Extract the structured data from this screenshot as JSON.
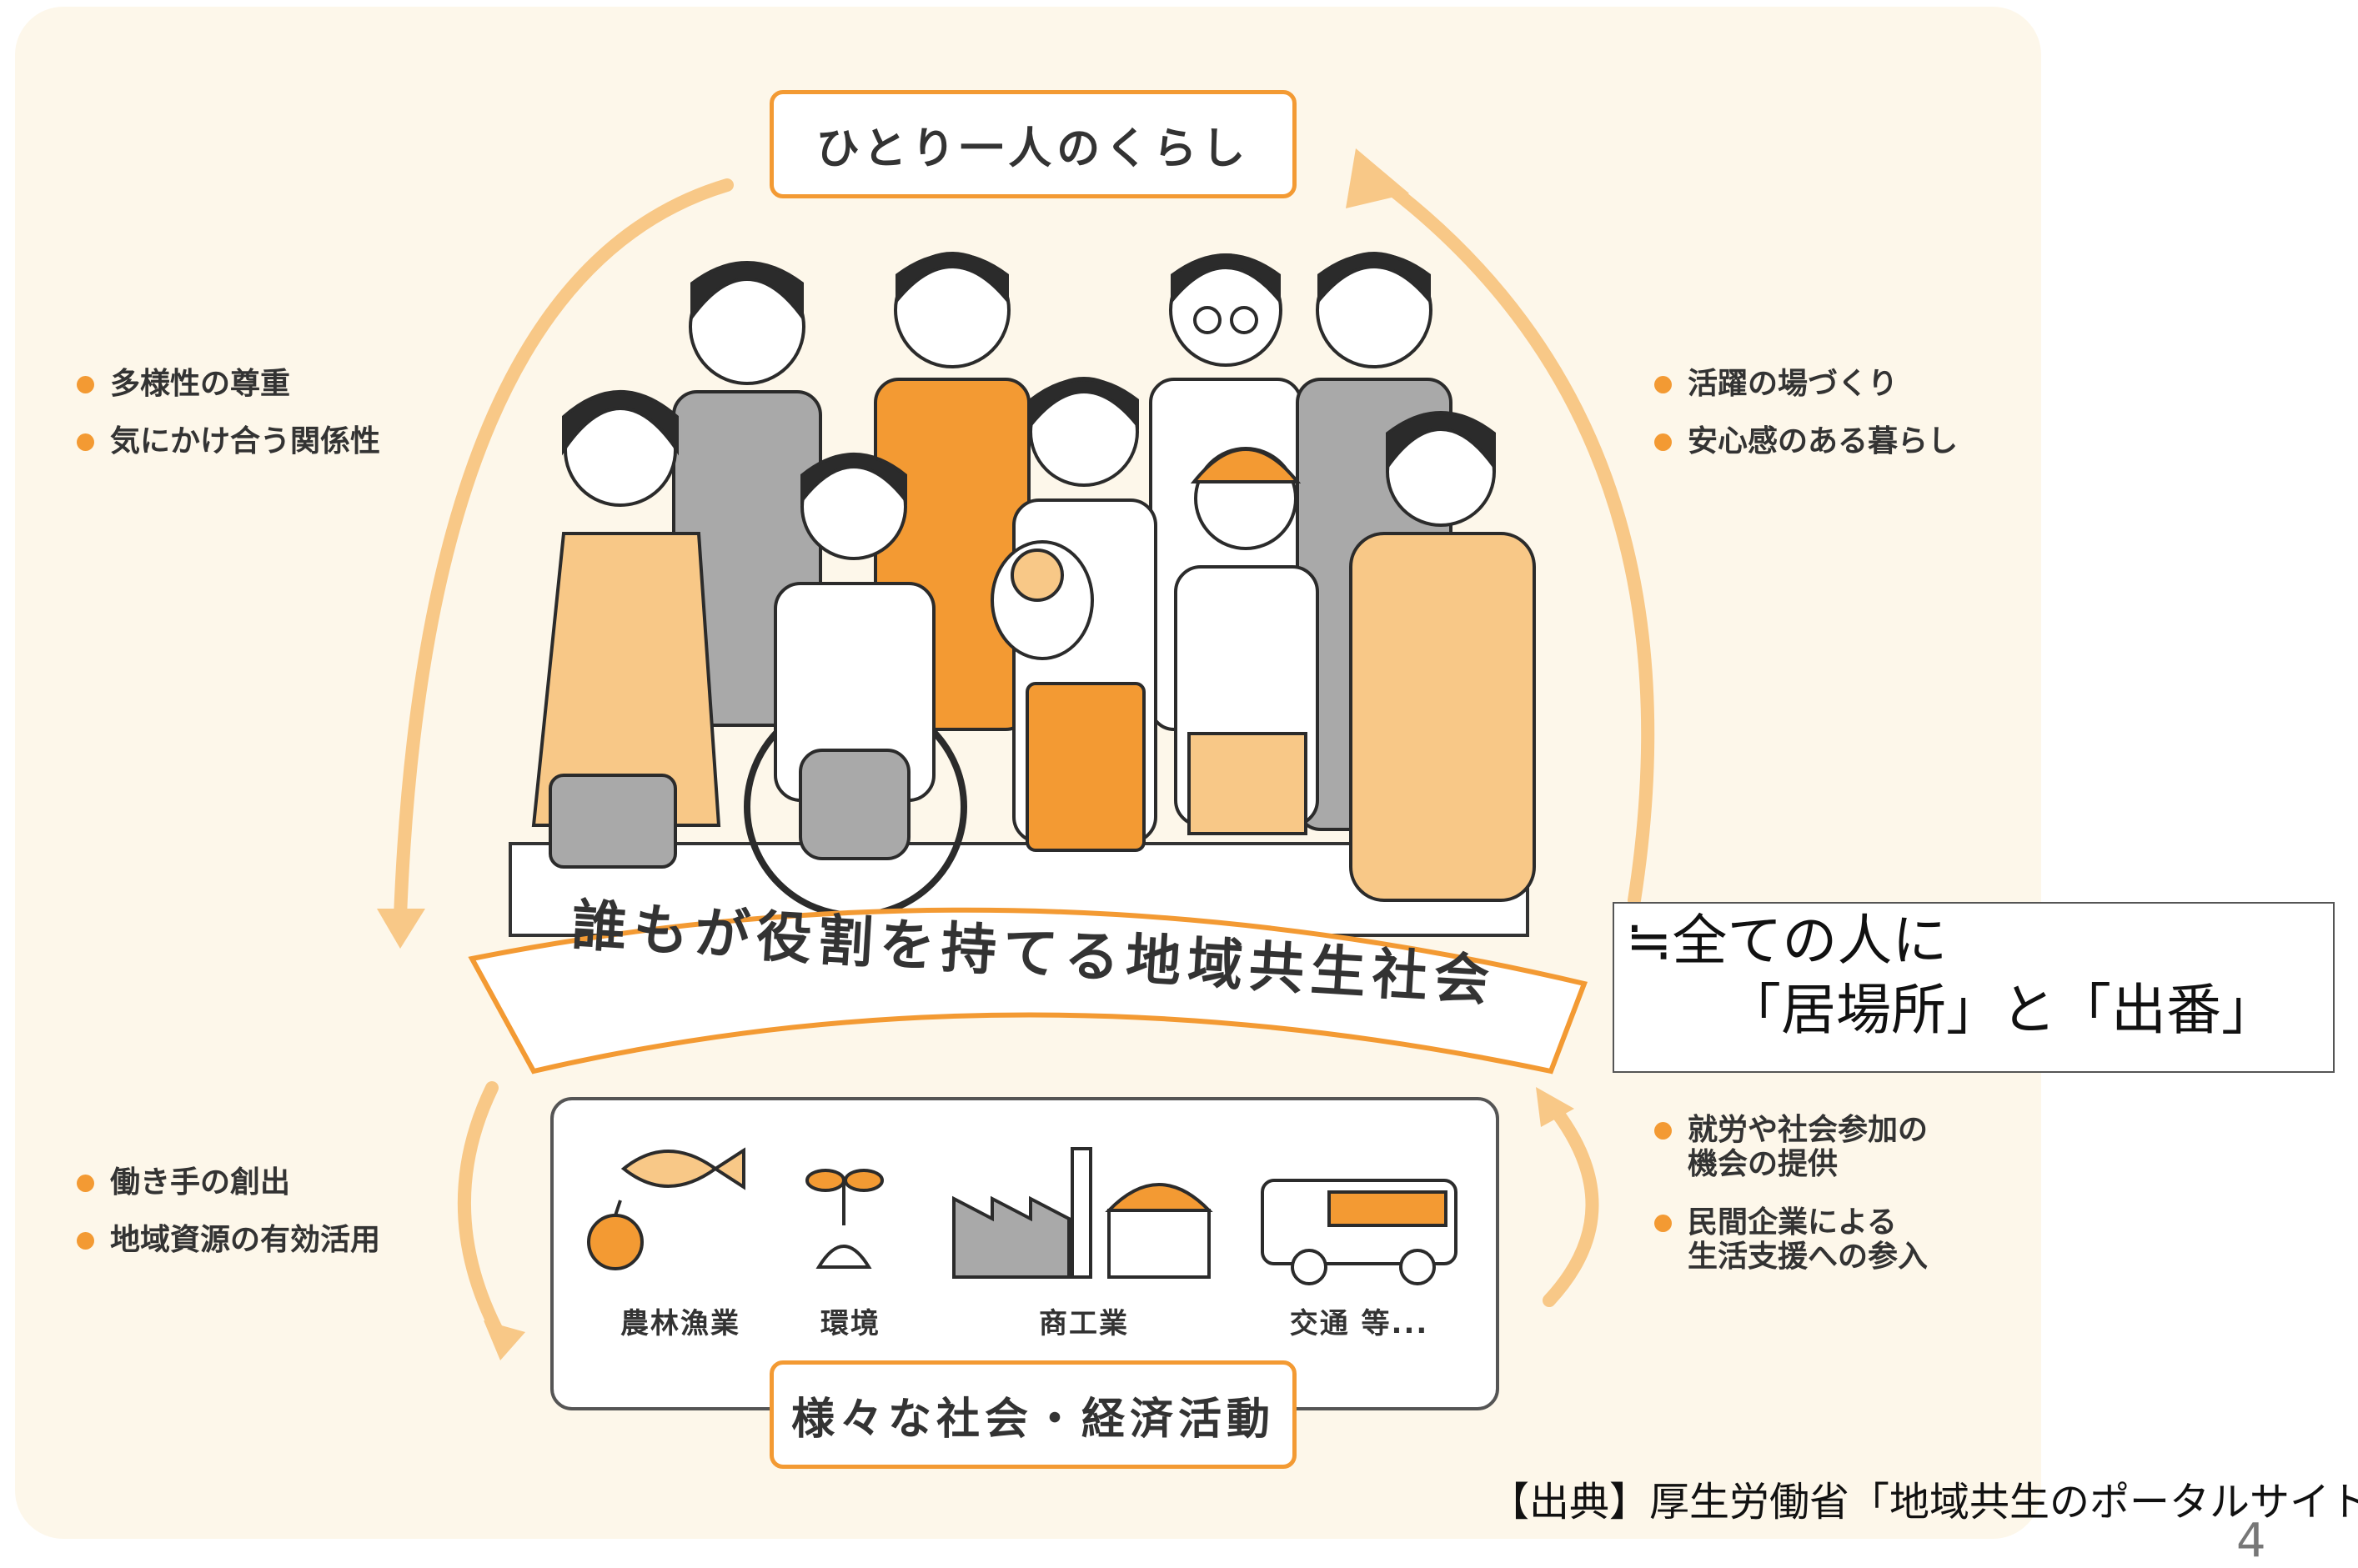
{
  "top_label": "ひとり一人のくらし",
  "bottom_label": "様々な社会・経済活動",
  "banner": "誰もが役割を持てる地域共生社会",
  "left_top_items": [
    "多様性の尊重",
    "気にかけ合う関係性"
  ],
  "right_top_items": [
    "活躍の場づくり",
    "安心感のある暮らし"
  ],
  "left_bottom_items": [
    "働き手の創出",
    "地域資源の有効活用"
  ],
  "right_bottom_items": [
    "就労や社会参加の\n機会の提供",
    "民間企業による\n生活支援への参入"
  ],
  "activities": [
    "農林漁業",
    "環境",
    "商工業",
    "交通 等..."
  ],
  "callout": {
    "line1": "≒全ての人に",
    "line2": "「居場所」と「出番」"
  },
  "source": "【出典】厚生労働省「地域共生のポータルサイト",
  "page_number": "4",
  "colors": {
    "accent": "#f39a33",
    "light_orange": "#f8c887",
    "background": "#fdf7ea",
    "gray": "#a9a9a9"
  }
}
